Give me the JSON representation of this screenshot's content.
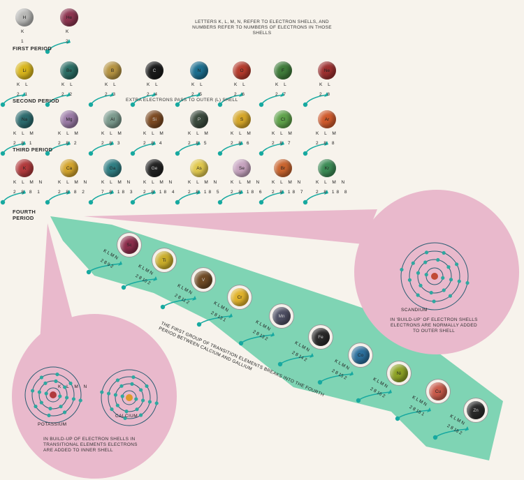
{
  "header_note": "LETTERS K, L, M, N, REFER TO ELECTRON SHELLS, AND NUMBERS REFER TO NUMBERS OF ELECTRONS IN THOSE SHELLS",
  "periods": {
    "first": "FIRST PERIOD",
    "second": "SECOND PERIOD",
    "third": "THIRD PERIOD",
    "fourth": "FOURTH\nPERIOD"
  },
  "second_period_note": "EXTRA ELECTRONS PASS TO OUTER (L) SHELL",
  "transition_note": "THE FIRST GROUP OF TRANSITION ELEMENTS BREAKS INTO THE FOURTH PERIOD BETWEEN CALCIUM AND GALLIUM",
  "scandium_callout": {
    "name": "SCANDIUM",
    "note": "IN 'BUILD-UP' OF ELECTRON SHELLS ELECTRONS ARE NORMALLY ADDED TO OUTER SHELL"
  },
  "left_callout": {
    "potassium": "POTASSIUM",
    "calcium": "CALCIUM",
    "shell_letters": "K L M N",
    "note": "IN BUILD-UP OF ELECTRON SHELLS IN TRANSITIONAL ELEMENTS ELECTRONS ARE ADDED TO INNER SHELL"
  },
  "rows": [
    [
      {
        "symbol": "H",
        "color": "#b7b7b5",
        "shells": "K",
        "counts": "1"
      },
      {
        "symbol": "He",
        "color": "#8d3550",
        "shells": "K",
        "counts": "2"
      }
    ],
    [
      {
        "symbol": "Li",
        "color": "#d8b51c",
        "shells": "K L",
        "counts": "2 1"
      },
      {
        "symbol": "Be",
        "color": "#2a6c63",
        "shells": "K L",
        "counts": "2 2"
      },
      {
        "symbol": "B",
        "color": "#b59342",
        "shells": "K L",
        "counts": "2 3"
      },
      {
        "symbol": "C",
        "color": "#1a1a1a",
        "shells": "K L",
        "counts": "2 4"
      },
      {
        "symbol": "N",
        "color": "#1c6e8e",
        "shells": "K L",
        "counts": "2 5"
      },
      {
        "symbol": "O",
        "color": "#b43b2c",
        "shells": "K L",
        "counts": "2 6"
      },
      {
        "symbol": "F",
        "color": "#3f7b3a",
        "shells": "K L",
        "counts": "2 7"
      },
      {
        "symbol": "Ne",
        "color": "#9c2f2f",
        "shells": "K L",
        "counts": "2 8"
      }
    ],
    [
      {
        "symbol": "Na",
        "color": "#2c6b6e",
        "shells": "K L M",
        "counts": "2 8 1"
      },
      {
        "symbol": "Mg",
        "color": "#9a7aa5",
        "shells": "K L M",
        "counts": "2 8 2"
      },
      {
        "symbol": "Al",
        "color": "#7b9a8d",
        "shells": "K L M",
        "counts": "2 8 3"
      },
      {
        "symbol": "Si",
        "color": "#7c4a22",
        "shells": "K L M",
        "counts": "2 8 4"
      },
      {
        "symbol": "P",
        "color": "#3b4a3d",
        "shells": "K L M",
        "counts": "2 8 5"
      },
      {
        "symbol": "S",
        "color": "#d5a629",
        "shells": "K L M",
        "counts": "2 8 6"
      },
      {
        "symbol": "Cl",
        "color": "#5fa24a",
        "shells": "K L M",
        "counts": "2 8 7"
      },
      {
        "symbol": "Ar",
        "color": "#cf5a2c",
        "shells": "K L M",
        "counts": "2 8 8"
      }
    ],
    [
      {
        "symbol": "K",
        "color": "#b13a3c",
        "shells": "K L M N",
        "counts": "2 8 8 1"
      },
      {
        "symbol": "Ca",
        "color": "#d3a42d",
        "shells": "K L M N",
        "counts": "2 8 8 2"
      },
      {
        "symbol": "Ga",
        "color": "#2f7d82",
        "shells": "K L M N",
        "counts": "7 8 18 3"
      },
      {
        "symbol": "Ge",
        "color": "#222222",
        "shells": "K L M N",
        "counts": "2 8 18 4"
      },
      {
        "symbol": "As",
        "color": "#e0c84e",
        "shells": "K L M N",
        "counts": "2 8 18 5"
      },
      {
        "symbol": "Se",
        "color": "#c6a3bf",
        "shells": "K L M N",
        "counts": "2 8 18 6"
      },
      {
        "symbol": "Br",
        "color": "#c9642e",
        "shells": "K L M N",
        "counts": "2 8 18 7"
      },
      {
        "symbol": "Kr",
        "color": "#3c8b55",
        "shells": "K L M N",
        "counts": "2 8 18 8"
      }
    ]
  ],
  "transition_elements": [
    {
      "symbol": "Sc",
      "color": "#8c2d4b",
      "shells": "K L M N",
      "counts": "2 8 9 2"
    },
    {
      "symbol": "Ti",
      "color": "#c9ad2a",
      "shells": "K L M N",
      "counts": "2 8 10 2"
    },
    {
      "symbol": "V",
      "color": "#6e4a24",
      "shells": "K L M N",
      "counts": "2 8 11 2"
    },
    {
      "symbol": "Cr",
      "color": "#e0b22a",
      "shells": "K L M N",
      "counts": "2 8 13 1"
    },
    {
      "symbol": "Mn",
      "color": "#4e4f63",
      "shells": "K L M N",
      "counts": "2 8 13 2"
    },
    {
      "symbol": "Fe",
      "color": "#2a2a2a",
      "shells": "K L M N",
      "counts": "2 8 14 2"
    },
    {
      "symbol": "Co",
      "color": "#2b6f9c",
      "shells": "K L M N",
      "counts": "2 8 15 2"
    },
    {
      "symbol": "Ni",
      "color": "#8ea326",
      "shells": "K L M N",
      "counts": "2 8 16 2"
    },
    {
      "symbol": "Cu",
      "color": "#c85a4a",
      "shells": "K L M N",
      "counts": "2 8 18 1"
    },
    {
      "symbol": "Zn",
      "color": "#2a2a2a",
      "shells": "K L M N",
      "counts": "2 8 18 2"
    }
  ],
  "colors": {
    "transition_band": "#7fd4b4",
    "callout": "#e9b9cc",
    "arrow": "#17a9a0",
    "electron": "#2fa8a0",
    "shell_ring": "#2a5d72"
  }
}
